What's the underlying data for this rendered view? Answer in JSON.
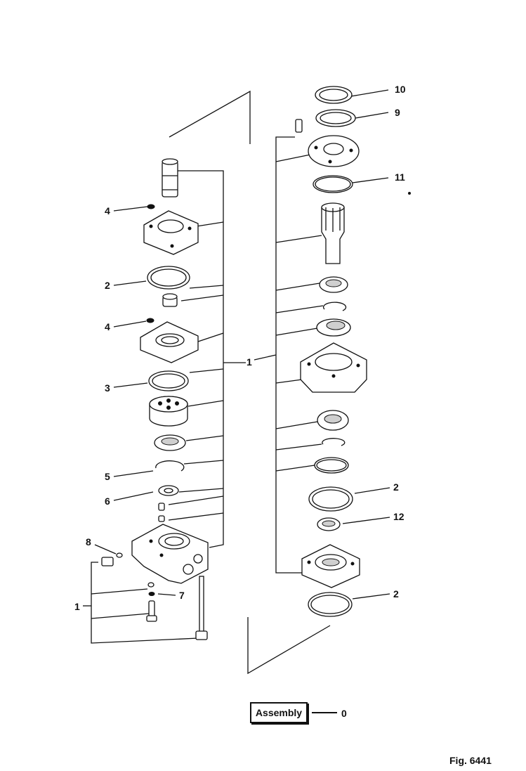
{
  "callouts": {
    "c10": "10",
    "c9": "9",
    "c11": "11",
    "c4a": "4",
    "c2a": "2",
    "c4b": "4",
    "c1main": "1",
    "c3": "3",
    "c5": "5",
    "c6": "6",
    "c8": "8",
    "c7": "7",
    "c1left": "1",
    "c2b": "2",
    "c12": "12",
    "c2c": "2"
  },
  "assembly": {
    "label": "Assembly",
    "number": "0"
  },
  "figure": {
    "label": "Fig. 6441"
  }
}
